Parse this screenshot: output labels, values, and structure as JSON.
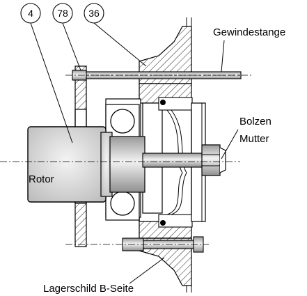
{
  "callouts": [
    {
      "id": "c1",
      "text": "4"
    },
    {
      "id": "c2",
      "text": "78"
    },
    {
      "id": "c3",
      "text": "36"
    }
  ],
  "labels": {
    "threaded_rod": "Gewindestange",
    "bolt": "Bolzen",
    "nut": "Mutter",
    "rotor": "Rotor",
    "end_shield": "Lagerschild B-Seite"
  }
}
